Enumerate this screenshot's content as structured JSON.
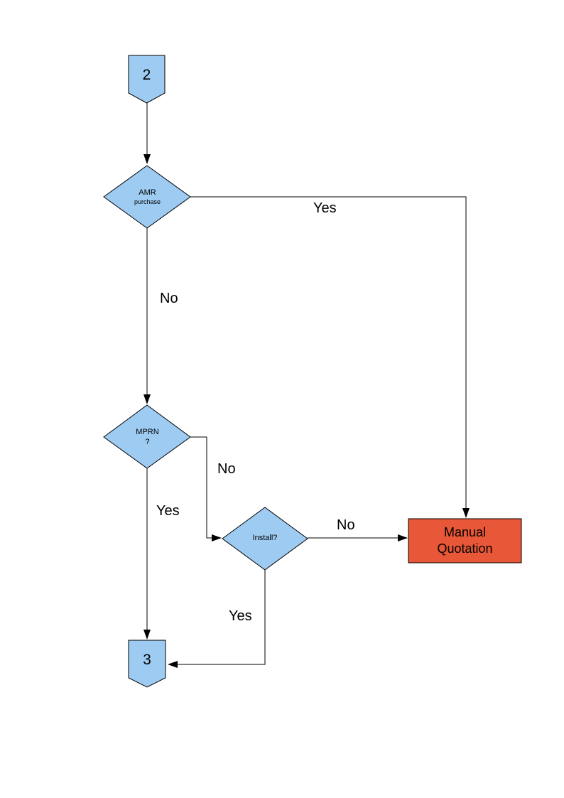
{
  "diagram": {
    "colors": {
      "node_fill": "#9ECBF2",
      "node_stroke": "#000000",
      "process_fill": "#E85737",
      "line": "#000000"
    },
    "nodes": {
      "connector_top": {
        "label": "2"
      },
      "decision_amr": {
        "line1": "AMR",
        "line2": "purchase"
      },
      "decision_mprn": {
        "line1": "MPRN",
        "line2": "?"
      },
      "decision_install": {
        "label": "Install?"
      },
      "process_manual_quotation": {
        "label": "Manual Quotation"
      },
      "connector_bottom": {
        "label": "3"
      }
    },
    "edge_labels": {
      "amr_yes": "Yes",
      "amr_no": "No",
      "mprn_no": "No",
      "mprn_yes": "Yes",
      "install_no": "No",
      "install_yes": "Yes"
    }
  }
}
